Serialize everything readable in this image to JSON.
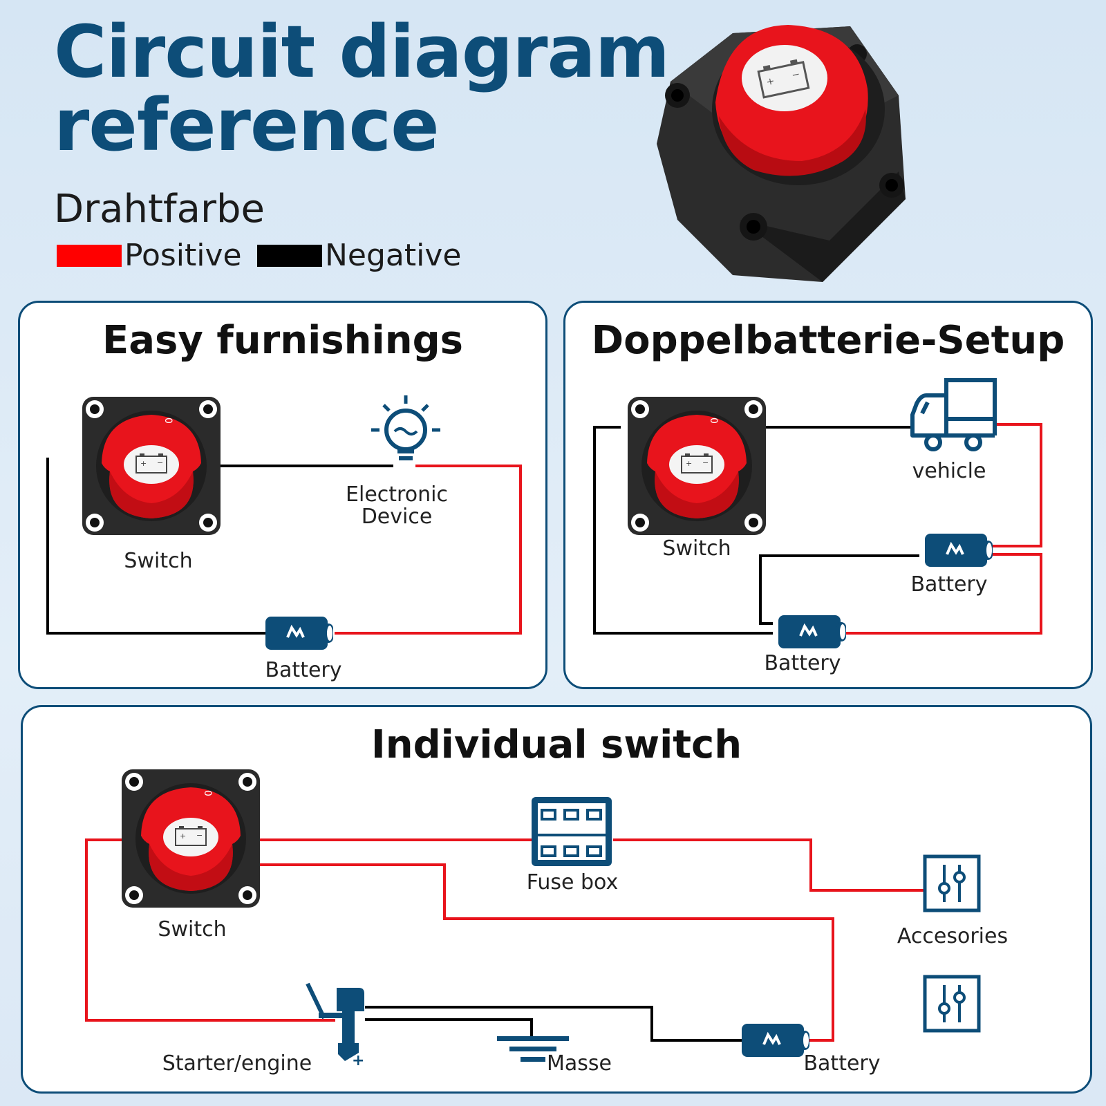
{
  "header": {
    "title_line1": "Circuit diagram",
    "title_line2": "reference",
    "subtitle": "Drahtfarbe"
  },
  "legend": [
    {
      "label": "Positive",
      "color": "#ff0000"
    },
    {
      "label": "Negative",
      "color": "#000000"
    }
  ],
  "colors": {
    "brand_blue": "#0d4d78",
    "wire_positive": "#e8141c",
    "wire_negative": "#000000",
    "switch_knob": "#e8141c",
    "switch_base": "#2b2b2b"
  },
  "panels": {
    "easy": {
      "title": "Easy furnishings",
      "switch_label": "Switch",
      "device_label": "Electronic\nDevice",
      "battery_label": "Battery"
    },
    "dual": {
      "title": "Doppelbatterie-Setup",
      "switch_label": "Switch",
      "vehicle_label": "vehicle",
      "battery1_label": "Battery",
      "battery2_label": "Battery"
    },
    "individual": {
      "title": "Individual switch",
      "switch_label": "Switch",
      "fuse_label": "Fuse box",
      "accessories_label": "Accesories",
      "starter_label": "Starter/engine",
      "ground_label": "Masse",
      "battery_label": "Battery"
    }
  },
  "icons": [
    "battery-switch-icon",
    "lightbulb-icon",
    "truck-icon",
    "battery-icon",
    "fuse-box-icon",
    "accessories-icon",
    "outboard-motor-icon",
    "ground-icon"
  ]
}
